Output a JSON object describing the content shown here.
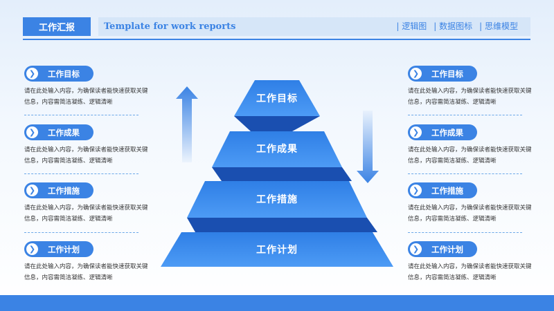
{
  "header": {
    "tag": "工作汇报",
    "title": "Template for work reports",
    "nav": [
      "| 逻辑图",
      "| 数据图标",
      "| 思维模型"
    ]
  },
  "pyramid": {
    "tiers": [
      "工作目标",
      "工作成果",
      "工作措施",
      "工作计划"
    ]
  },
  "left_items": [
    {
      "label": "工作目标",
      "desc": "请在此处输入内容，为确保读者能快速获取关键信息，内容需简洁凝练、逻辑清晰"
    },
    {
      "label": "工作成果",
      "desc": "请在此处输入内容，为确保读者能快速获取关键信息，内容需简洁凝练、逻辑清晰"
    },
    {
      "label": "工作措施",
      "desc": "请在此处输入内容，为确保读者能快速获取关键信息，内容需简洁凝练、逻辑清晰"
    },
    {
      "label": "工作计划",
      "desc": "请在此处输入内容，为确保读者能快速获取关键信息，内容需简洁凝练、逻辑清晰"
    }
  ],
  "right_items": [
    {
      "label": "工作目标",
      "desc": "请在此处输入内容，为确保读者能快速获取关键信息，内容需简洁凝练、逻辑清晰"
    },
    {
      "label": "工作成果",
      "desc": "请在此处输入内容，为确保读者能快速获取关键信息，内容需简洁凝练、逻辑清晰"
    },
    {
      "label": "工作措施",
      "desc": "请在此处输入内容，为确保读者能快速获取关键信息，内容需简洁凝练、逻辑清晰"
    },
    {
      "label": "工作计划",
      "desc": "请在此处输入内容，为确保读者能快速获取关键信息，内容需简洁凝练、逻辑清晰"
    }
  ],
  "icons": {
    "bullet": "chevron-right-icon",
    "up": "arrow-up-icon",
    "down": "arrow-down-icon"
  },
  "colors": {
    "primary": "#3b83e4",
    "dark": "#1f5fbf",
    "light": "#d6e6f8"
  }
}
